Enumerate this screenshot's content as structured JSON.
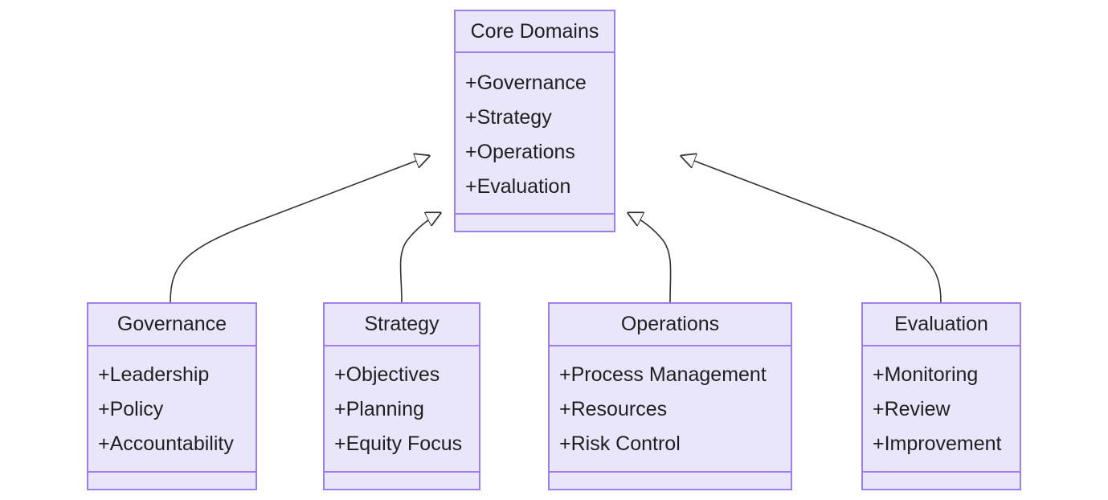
{
  "diagram": {
    "type": "uml-class-diagram",
    "title": "Core Domains",
    "relationship": "generalization",
    "background_color": "#ffffff",
    "class_fill_color": "#e9e6fb",
    "class_border_color": "#9f7eec",
    "text_color": "#1f1f1f",
    "edge_color": "#333333"
  },
  "classes": {
    "core_domains": {
      "name": "Core Domains",
      "attributes": [
        "+Governance",
        "+Strategy",
        "+Operations",
        "+Evaluation"
      ],
      "methods": []
    },
    "governance": {
      "name": "Governance",
      "attributes": [
        "+Leadership",
        "+Policy",
        "+Accountability"
      ],
      "methods": []
    },
    "strategy": {
      "name": "Strategy",
      "attributes": [
        "+Objectives",
        "+Planning",
        "+Equity Focus"
      ],
      "methods": []
    },
    "operations": {
      "name": "Operations",
      "attributes": [
        "+Process Management",
        "+Resources",
        "+Risk Control"
      ],
      "methods": []
    },
    "evaluation": {
      "name": "Evaluation",
      "attributes": [
        "+Monitoring",
        "+Review",
        "+Improvement"
      ],
      "methods": []
    }
  },
  "edges": [
    {
      "name": "governance-to-core-domains",
      "from": "governance",
      "to": "core_domains",
      "kind": "generalization",
      "arrowhead": "hollow-triangle"
    },
    {
      "name": "strategy-to-core-domains",
      "from": "strategy",
      "to": "core_domains",
      "kind": "generalization",
      "arrowhead": "hollow-triangle"
    },
    {
      "name": "operations-to-core-domains",
      "from": "operations",
      "to": "core_domains",
      "kind": "generalization",
      "arrowhead": "hollow-triangle"
    },
    {
      "name": "evaluation-to-core-domains",
      "from": "evaluation",
      "to": "core_domains",
      "kind": "generalization",
      "arrowhead": "hollow-triangle"
    }
  ]
}
